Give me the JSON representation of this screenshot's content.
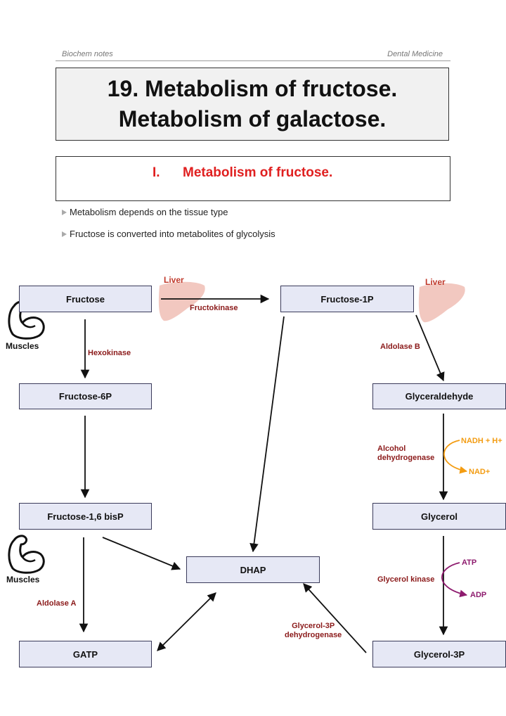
{
  "header": {
    "left": "Biochem notes",
    "right": "Dental Medicine"
  },
  "title": {
    "line1": "19. Metabolism of fructose.",
    "line2": "Metabolism of galactose."
  },
  "section": {
    "number": "I.",
    "title": "Metabolism of fructose."
  },
  "bullets": [
    "Metabolism depends on the tissue type",
    "Fructose is converted into metabolites of glycolysis"
  ],
  "nodes": {
    "fructose": "Fructose",
    "fructose_1p": "Fructose-1P",
    "fructose_6p": "Fructose-6P",
    "glyceraldehyde": "Glyceraldehyde",
    "fructose_16_bisp": "Fructose-1,6 bisP",
    "glycerol": "Glycerol",
    "dhap": "DHAP",
    "gatp": "GATP",
    "glycerol_3p": "Glycerol-3P"
  },
  "enzymes": {
    "fructokinase": "Fructokinase",
    "hexokinase": "Hexokinase",
    "aldolase_b": "Aldolase B",
    "alcohol_dh_line1": "Alcohol",
    "alcohol_dh_line2": "dehydrogenase",
    "aldolase_a": "Aldolase A",
    "glycerol_kinase": "Glycerol kinase",
    "g3p_dh_line1": "Glycerol-3P",
    "g3p_dh_line2": "dehydrogenase"
  },
  "cofactors": {
    "nadh": "NADH + H+",
    "nad": "NAD+",
    "atp": "ATP",
    "adp": "ADP"
  },
  "tissues": {
    "liver": "Liver",
    "muscles": "Muscles"
  },
  "colors": {
    "node_fill": "#e6e8f5",
    "enzyme_text": "#8b1a1a",
    "liver_text": "#c0392b",
    "liver_shape": "#f2c8c0",
    "section_title": "#e02020",
    "nadh_arrow": "#f39c12",
    "atp_arrow": "#8e1b6e"
  },
  "icons": [
    "liver-icon",
    "flexed-bicep-icon"
  ]
}
